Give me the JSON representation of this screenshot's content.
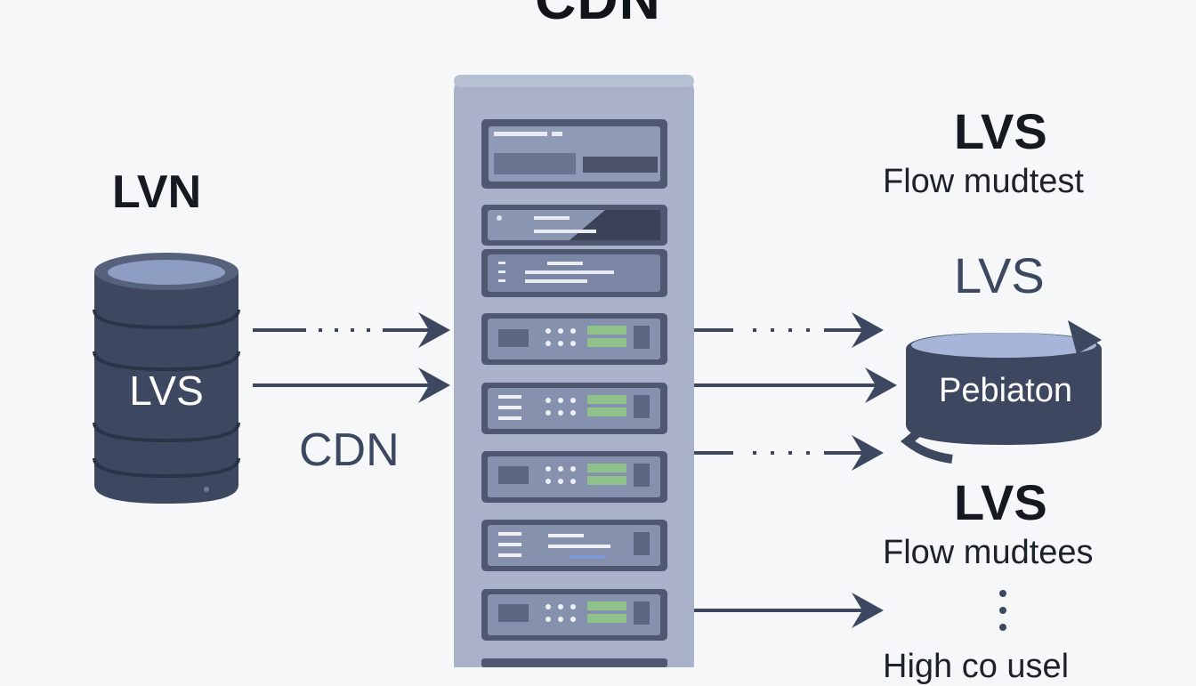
{
  "diagram": {
    "title": "CDN",
    "left_heading": "LVN",
    "database": {
      "label": "LVS",
      "icon": "database-cylinder-icon"
    },
    "arrow_label": "CDN",
    "server_rack": {
      "icon": "server-rack-icon",
      "units": 8
    },
    "right": {
      "node1": {
        "heading": "LVS",
        "caption": "Flow mudtest"
      },
      "node2": {
        "heading": "LVS"
      },
      "ring": {
        "label": "Pebiaton",
        "icon": "cycle-ring-icon"
      },
      "node3": {
        "heading": "LVS",
        "caption": "Flow mudtees"
      },
      "footer": "High co usel"
    },
    "colors": {
      "background": "#f6f7f9",
      "navy": "#3d4760",
      "rack": "#a9b2c8",
      "unit": "#4f5870",
      "led_green": "#8fc18a",
      "led_blue": "#7f97d6"
    }
  }
}
